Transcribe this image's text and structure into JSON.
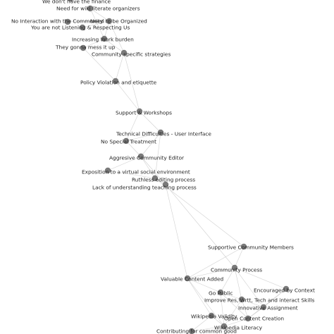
{
  "graph": {
    "colors": {
      "node": "#7a7a7a",
      "edge": "#d0d0d0",
      "label": "#222222"
    },
    "nodes": [
      {
        "id": "n0",
        "label": "We don't have the finance"
      },
      {
        "id": "n1",
        "label": "Need for wiki literate organizers"
      },
      {
        "id": "n2",
        "label": "No Interaction with the Community"
      },
      {
        "id": "n3",
        "label": "Need to be Organized"
      },
      {
        "id": "n4",
        "label": "You are not Listening & Respecting Us"
      },
      {
        "id": "n5",
        "label": "Increasing Work burden"
      },
      {
        "id": "n6",
        "label": "They gonna mess it up"
      },
      {
        "id": "n7",
        "label": "Community specific strategies"
      },
      {
        "id": "n8",
        "label": "Policy Violation and etiquette"
      },
      {
        "id": "n9",
        "label": "Support & Workshops"
      },
      {
        "id": "n10",
        "label": "Technical Difficulties - User Interface"
      },
      {
        "id": "n11",
        "label": "No Special Treatment"
      },
      {
        "id": "n12",
        "label": "Aggresive Community Editor"
      },
      {
        "id": "n13",
        "label": "Exposition to a virtual social environment"
      },
      {
        "id": "n14",
        "label": "Ruthless editing process"
      },
      {
        "id": "n15",
        "label": "Lack of understanding teaching process"
      },
      {
        "id": "n16",
        "label": "Supportive Community Members"
      },
      {
        "id": "n17",
        "label": "Community Process"
      },
      {
        "id": "n18",
        "label": "Valuable Content Added"
      },
      {
        "id": "n19",
        "label": "Encouraged by Context"
      },
      {
        "id": "n20",
        "label": "Go Public"
      },
      {
        "id": "n21",
        "label": "Improve Res, Wrtt, Tech and interact Skills"
      },
      {
        "id": "n22",
        "label": "Innovative Assignment"
      },
      {
        "id": "n23",
        "label": "Wikipedia Validity"
      },
      {
        "id": "n24",
        "label": "Open Content Creation"
      },
      {
        "id": "n25",
        "label": "Wikipedia Literacy"
      },
      {
        "id": "n26",
        "label": "Contributing for common good"
      }
    ],
    "edges": [
      [
        "n1",
        "n3"
      ],
      [
        "n2",
        "n3"
      ],
      [
        "n4",
        "n3"
      ],
      [
        "n1",
        "n5"
      ],
      [
        "n3",
        "n5"
      ],
      [
        "n5",
        "n6"
      ],
      [
        "n5",
        "n7"
      ],
      [
        "n7",
        "n8"
      ],
      [
        "n6",
        "n8"
      ],
      [
        "n3",
        "n7"
      ],
      [
        "n8",
        "n9"
      ],
      [
        "n7",
        "n9"
      ],
      [
        "n9",
        "n10"
      ],
      [
        "n9",
        "n11"
      ],
      [
        "n10",
        "n11"
      ],
      [
        "n10",
        "n12"
      ],
      [
        "n11",
        "n12"
      ],
      [
        "n12",
        "n13"
      ],
      [
        "n12",
        "n14"
      ],
      [
        "n13",
        "n14"
      ],
      [
        "n14",
        "n15"
      ],
      [
        "n12",
        "n15"
      ],
      [
        "n10",
        "n14"
      ],
      [
        "n14",
        "n16"
      ],
      [
        "n15",
        "n17"
      ],
      [
        "n15",
        "n18"
      ],
      [
        "n16",
        "n17"
      ],
      [
        "n17",
        "n18"
      ],
      [
        "n17",
        "n19"
      ],
      [
        "n17",
        "n20"
      ],
      [
        "n17",
        "n21"
      ],
      [
        "n17",
        "n22"
      ],
      [
        "n18",
        "n20"
      ],
      [
        "n18",
        "n23"
      ],
      [
        "n20",
        "n21"
      ],
      [
        "n20",
        "n24"
      ],
      [
        "n21",
        "n22"
      ],
      [
        "n21",
        "n24"
      ],
      [
        "n19",
        "n22"
      ],
      [
        "n22",
        "n24"
      ],
      [
        "n23",
        "n25"
      ],
      [
        "n24",
        "n25"
      ],
      [
        "n20",
        "n25"
      ],
      [
        "n23",
        "n26"
      ],
      [
        "n25",
        "n26"
      ],
      [
        "n18",
        "n25"
      ],
      [
        "n19",
        "n24"
      ],
      [
        "n16",
        "n18"
      ],
      [
        "n21",
        "n25"
      ]
    ]
  }
}
